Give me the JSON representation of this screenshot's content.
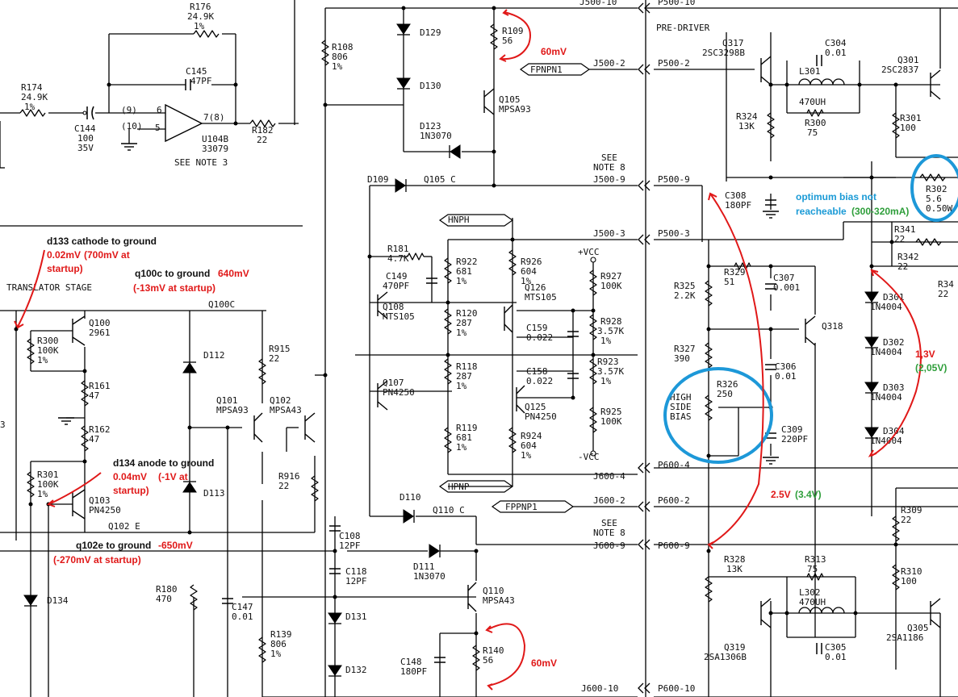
{
  "annotations": {
    "d133_label": "d133 cathode to ground",
    "d133_value": "0.02mV",
    "d133_startup": "(700mV at",
    "d133_startup2": "startup)",
    "q100c_label": "q100c to ground",
    "q100c_value": "640mV",
    "q100c_startup": "(-13mV at startup)",
    "d134_label": "d134 anode to ground",
    "d134_value": "0.04mV",
    "d134_startup": "(-1V at",
    "d134_startup2": "startup)",
    "q102e_label": "q102e to ground",
    "q102e_value": "-650mV",
    "q102e_startup": "(-270mV at startup)",
    "r109_mv": "60mV",
    "r140_mv": "60mV",
    "bias_v": "2.5V",
    "bias_v_green": "(3.4V)",
    "diode_v": "1,3V",
    "diode_v_green": "(2,05V)",
    "optimum_1": "optimum bias not",
    "optimum_2": "reacheable",
    "optimum_green": "(300-320mA)"
  },
  "labels": {
    "translator": "TRANSLATOR STAGE",
    "predriver": "PRE-DRIVER",
    "see_note3": "SEE NOTE 3",
    "see_note8a_1": "SEE",
    "see_note8a_2": "NOTE 8",
    "see_note8b_1": "SEE",
    "see_note8b_2": "NOTE 8",
    "high": "HIGH",
    "side": "SIDE",
    "bias": "BIAS",
    "vcc_pos": "+VCC",
    "vcc_neg": "-VCC",
    "pin9": "(9)",
    "pin10": "(10)",
    "pin6": "6",
    "pin5": "5",
    "pin7": "7(8)",
    "num3": "3",
    "q100c_net": "Q100C",
    "q102e_net": "Q102 E",
    "q105c_net": "Q105 C",
    "q110c_net": "Q110 C",
    "hnph": "HNPH",
    "hpnp": "HPNP",
    "fpnpn1": "FPNPN1",
    "fppnp1": "FPPNP1"
  },
  "connectors": {
    "j500_10": "J500-10",
    "p500_10": "P500-10",
    "j500_2": "J500-2",
    "p500_2": "P500-2",
    "j500_9": "J500-9",
    "p500_9": "P500-9",
    "j500_3": "J500-3",
    "p500_3": "P500-3",
    "j600_4": "J600-4",
    "p600_4": "P600-4",
    "j600_2": "J600-2",
    "p600_2": "P600-2",
    "j600_9": "J600-9",
    "p600_9": "P600-9",
    "j600_10": "J600-10",
    "p600_10": "P600-10"
  },
  "components": {
    "r176": [
      "R176",
      "24.9K",
      "1%"
    ],
    "c145": [
      "C145",
      "47PF"
    ],
    "r174": [
      "R174",
      "24.9K",
      "1%"
    ],
    "c144": [
      "C144",
      "100",
      "35V"
    ],
    "u104": [
      "U104B",
      "33079"
    ],
    "r182": [
      "R182",
      "22"
    ],
    "r108": [
      "R108",
      "806",
      "1%"
    ],
    "d129": "D129",
    "d130": "D130",
    "r109": [
      "R109",
      "56"
    ],
    "q105": [
      "Q105",
      "MPSA93"
    ],
    "d123": [
      "D123",
      "1N3070"
    ],
    "d109": "D109",
    "r181": [
      "R181",
      "4.7K"
    ],
    "c149": [
      "C149",
      "470PF"
    ],
    "r922": [
      "R922",
      "681",
      "1%"
    ],
    "r926": [
      "R926",
      "604",
      "1%"
    ],
    "q126": [
      "Q126",
      "MTS105"
    ],
    "r927": [
      "R927",
      "100K"
    ],
    "q108": [
      "Q108",
      "MTS105"
    ],
    "r120": [
      "R120",
      "287",
      "1%"
    ],
    "c159": [
      "C159",
      "0.022"
    ],
    "r928": [
      "R928",
      "3.57K",
      "1%"
    ],
    "r118": [
      "R118",
      "287",
      "1%"
    ],
    "c158": [
      "C158",
      "0.022"
    ],
    "r923": [
      "R923",
      "3.57K",
      "1%"
    ],
    "q107": [
      "Q107",
      "PN4250"
    ],
    "q125": [
      "Q125",
      "PN4250"
    ],
    "r925": [
      "R925",
      "100K"
    ],
    "r119": [
      "R119",
      "681",
      "1%"
    ],
    "r924": [
      "R924",
      "604",
      "1%"
    ],
    "d110": "D110",
    "d111": [
      "D111",
      "1N3070"
    ],
    "q110": [
      "Q110",
      "MPSA43"
    ],
    "c148": [
      "C148",
      "180PF"
    ],
    "r140": [
      "R140",
      "56"
    ],
    "q100": [
      "Q100",
      "2961"
    ],
    "r300": [
      "R300",
      "100K",
      "1%"
    ],
    "r161": [
      "R161",
      "47"
    ],
    "r162": [
      "R162",
      "47"
    ],
    "d112": "D112",
    "r915": [
      "R915",
      "22"
    ],
    "q101": [
      "Q101",
      "MPSA93"
    ],
    "q102": [
      "Q102",
      "MPSA43"
    ],
    "d113": "D113",
    "r301_left": [
      "R301",
      "100K",
      "1%"
    ],
    "q103": [
      "Q103",
      "PN4250"
    ],
    "r916": [
      "R916",
      "22"
    ],
    "c108": [
      "C108",
      "12PF"
    ],
    "c118": [
      "C118",
      "12PF"
    ],
    "r180": [
      "R180",
      "470"
    ],
    "c147": [
      "C147",
      "0.01"
    ],
    "d134": "D134",
    "r139": [
      "R139",
      "806",
      "1%"
    ],
    "d131": "D131",
    "d132": "D132",
    "q317": [
      "Q317",
      "2SC3298B"
    ],
    "c304": [
      "C304",
      "0.01"
    ],
    "l301": [
      "L301",
      "470UH"
    ],
    "r300_right": [
      "R300",
      "75"
    ],
    "r324": [
      "R324",
      "13K"
    ],
    "q301": [
      "Q301",
      "2SC2837"
    ],
    "r301_right": [
      "R301",
      "100"
    ],
    "r302": [
      "R302",
      "5.6",
      "0.50W"
    ],
    "c308": [
      "C308",
      "180PF"
    ],
    "r341": [
      "R341",
      "22"
    ],
    "r342": [
      "R342",
      "22"
    ],
    "r34x": "R34",
    "r34x_val": "22",
    "r329": [
      "R329",
      "51"
    ],
    "c307": [
      "C307",
      "0.001"
    ],
    "r325": [
      "R325",
      "2.2K"
    ],
    "d301": [
      "D301",
      "1N4004"
    ],
    "q318": "Q318",
    "r327": [
      "R327",
      "390"
    ],
    "d302": [
      "D302",
      "1N4004"
    ],
    "c306": [
      "C306",
      "0.01"
    ],
    "r326": [
      "R326",
      "250"
    ],
    "d303": [
      "D303",
      "1N4004"
    ],
    "c309": [
      "C309",
      "220PF"
    ],
    "d304": [
      "D304",
      "1N4004"
    ],
    "r309": [
      "R309",
      "22"
    ],
    "r328": [
      "R328",
      "13K"
    ],
    "r313": [
      "R313",
      "75"
    ],
    "l302": [
      "L302",
      "470UH"
    ],
    "r310": [
      "R310",
      "100"
    ],
    "q319": [
      "Q319",
      "2SA1306B"
    ],
    "c305": [
      "C305",
      "0.01"
    ],
    "q305": [
      "Q305",
      "2SA1186"
    ]
  }
}
